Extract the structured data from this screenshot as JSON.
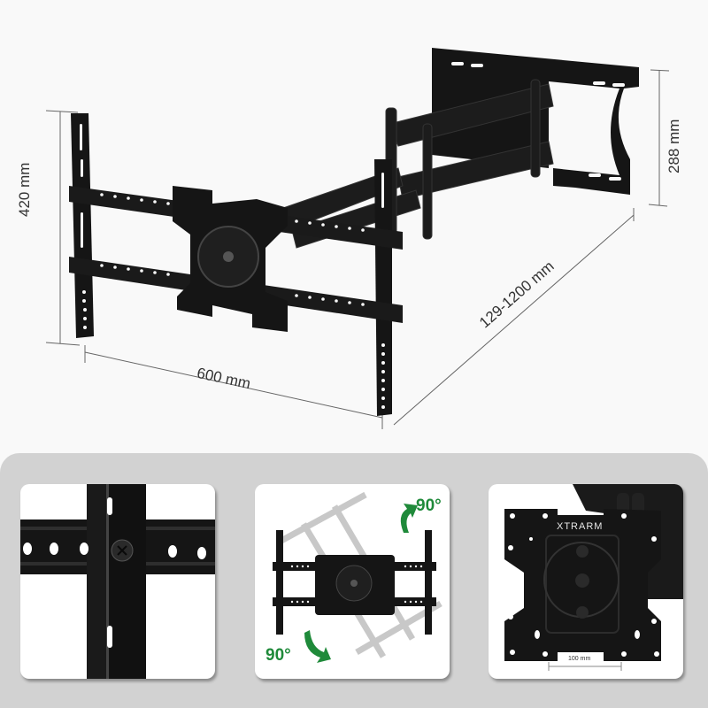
{
  "hero": {
    "dimensions": {
      "height_left": "420 mm",
      "width_bottom": "600 mm",
      "extension": "129-1200 mm",
      "wall_plate_height": "288 mm"
    }
  },
  "detail_cards": [
    {
      "name": "bracket-close-up",
      "description": "Cross bar and vertical arm bolt detail"
    },
    {
      "name": "rotation",
      "rotate_top_label": "90°",
      "rotate_bottom_label": "90°"
    },
    {
      "name": "vesa-plate",
      "brand": "XTRARM",
      "vesa_label": "100 mm"
    }
  ],
  "colors": {
    "background": "#f9f9f9",
    "panel": "#d2d2d2",
    "metal": "#151515",
    "accent_green": "#1f8a3a",
    "ghost": "#c8c8c8"
  }
}
